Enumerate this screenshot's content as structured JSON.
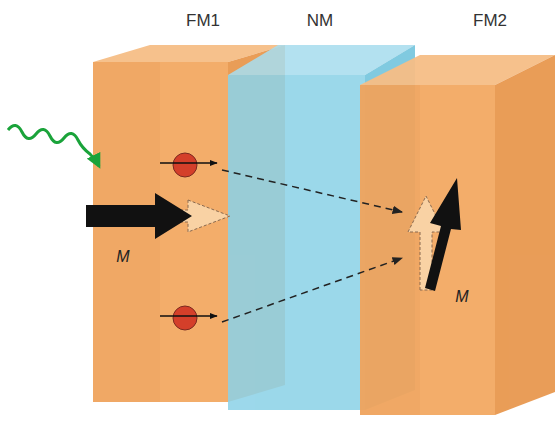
{
  "diagram": {
    "nodes": [
      {
        "text": [
          "FM1",
          "M"
        ]
      },
      {
        "text": [
          "NM"
        ]
      },
      {
        "text": [
          "FM2",
          "M"
        ]
      }
    ]
  }
}
